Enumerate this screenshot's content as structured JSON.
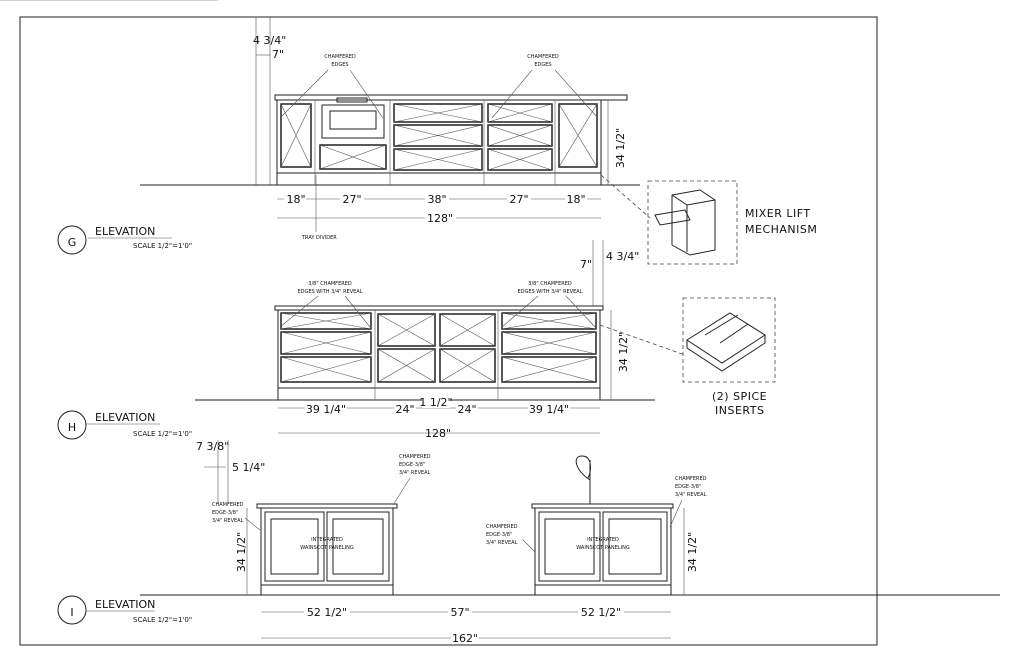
{
  "elevation_g": {
    "symbol": "G",
    "title": "ELEVATION",
    "scale": "SCALE 1/2\"=1'0\"",
    "dims": {
      "top_offset": "4 3/4\"",
      "top_inner": "7\"",
      "height": "34 1/2\"",
      "sections": [
        "18\"",
        "27\"",
        "38\"",
        "27\"",
        "18\""
      ],
      "total": "128\""
    },
    "notes": {
      "chamfer_line1": "CHAMFERED",
      "chamfer_line2": "EDGES",
      "tray_divider": "TRAY DIVIDER"
    },
    "detail": {
      "line1": "MIXER LIFT",
      "line2": "MECHANISM"
    }
  },
  "elevation_h": {
    "symbol": "H",
    "title": "ELEVATION",
    "scale": "SCALE 1/2\"=1'0\"",
    "dims": {
      "top_offset": "4 3/4\"",
      "top_inner": "7\"",
      "height": "34 1/2\"",
      "sections": [
        "39 1/4\"",
        "24\"",
        "24\"",
        "39 1/4\""
      ],
      "gap": "1 1/2\"",
      "total": "128\""
    },
    "notes": {
      "chamfer_line1": "3/8\" CHAMFERED",
      "chamfer_line2": "EDGES WITH 3/4\" REVEAL"
    },
    "detail": {
      "line1": "(2) SPICE",
      "line2": "INSERTS"
    }
  },
  "elevation_i": {
    "symbol": "I",
    "title": "ELEVATION",
    "scale": "SCALE 1/2\"=1'0\"",
    "dims": {
      "top_offset": "7 3/8\"",
      "top_inner": "5 1/4\"",
      "height": "34 1/2\"",
      "sections": [
        "52 1/2\"",
        "57\"",
        "52 1/2\""
      ],
      "total": "162\""
    },
    "notes": {
      "chamfer_line1": "CHAMFERED",
      "chamfer_line2": "EDGE-3/8\"",
      "chamfer_line3": "3/4\" REVEAL",
      "panel_line1": "INTEGRATED",
      "panel_line2": "WAINSCOT PANELING"
    }
  }
}
